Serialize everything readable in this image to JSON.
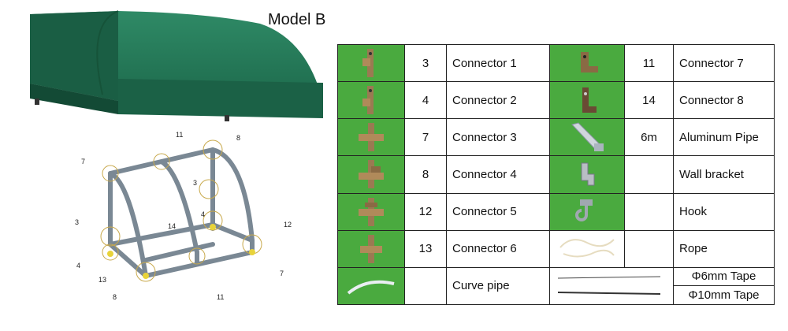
{
  "model_title": "Model B",
  "frame_callouts": [
    "11",
    "8",
    "7",
    "3",
    "14",
    "4",
    "12",
    "3",
    "4",
    "13",
    "7",
    "8",
    "11"
  ],
  "parts_left": [
    {
      "qty": "3",
      "name": "Connector 1",
      "icon": "connector-1-icon"
    },
    {
      "qty": "4",
      "name": "Connector 2",
      "icon": "connector-2-icon"
    },
    {
      "qty": "7",
      "name": "Connector 3",
      "icon": "connector-3-icon"
    },
    {
      "qty": "8",
      "name": "Connector 4",
      "icon": "connector-4-icon"
    },
    {
      "qty": "12",
      "name": "Connector 5",
      "icon": "connector-5-icon"
    },
    {
      "qty": "13",
      "name": "Connector 6",
      "icon": "connector-6-icon"
    },
    {
      "qty": "",
      "name": "Curve pipe",
      "icon": "curve-pipe-icon"
    }
  ],
  "parts_right": [
    {
      "qty": "11",
      "name": "Connector 7",
      "icon": "connector-7-icon"
    },
    {
      "qty": "14",
      "name": "Connector 8",
      "icon": "connector-8-icon"
    },
    {
      "qty": "6m",
      "name": "Aluminum Pipe",
      "icon": "aluminum-pipe-icon"
    },
    {
      "qty": "",
      "name": "Wall bracket",
      "icon": "wall-bracket-icon"
    },
    {
      "qty": "",
      "name": "Hook",
      "icon": "hook-icon"
    },
    {
      "qty": "",
      "name": "Rope",
      "icon": "rope-icon"
    }
  ],
  "tapes": [
    "Φ6mm Tape",
    "Φ10mm Tape"
  ],
  "colors": {
    "cell_green": "#4aaa3f",
    "awning_green": "#1f6b4e",
    "part_bronze": "#9a7a52"
  }
}
